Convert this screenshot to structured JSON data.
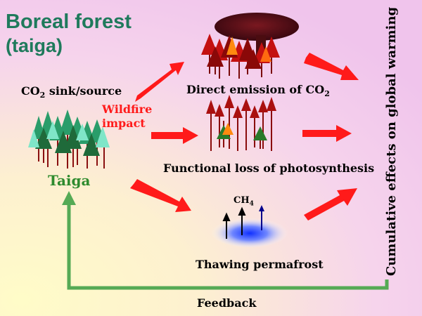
{
  "title": {
    "line1": "Boreal forest",
    "line2": "(taiga)"
  },
  "colors": {
    "title": "#1f7a5c",
    "taiga": "#2e8b2e",
    "wildfire": "#ff1a1a",
    "arrow": "#ff1a1a",
    "feedback": "#55aa55"
  },
  "labels": {
    "co2_sink_source_prefix": "CO",
    "co2_sink_source_sub": "2",
    "co2_sink_source_suffix": " sink/source",
    "wildfire_line1": "Wildfire",
    "wildfire_line2": "impact",
    "taiga": "Taiga",
    "direct_emission_prefix": "Direct emission of CO",
    "direct_emission_sub": "2",
    "functional_loss": "Functional loss of photosynthesis",
    "methane_prefix": "CH",
    "methane_sub": "4",
    "thawing_permafrost": "Thawing permafrost",
    "cumulative_effects": "Cumulative effects on global warming",
    "feedback": "Feedback"
  }
}
